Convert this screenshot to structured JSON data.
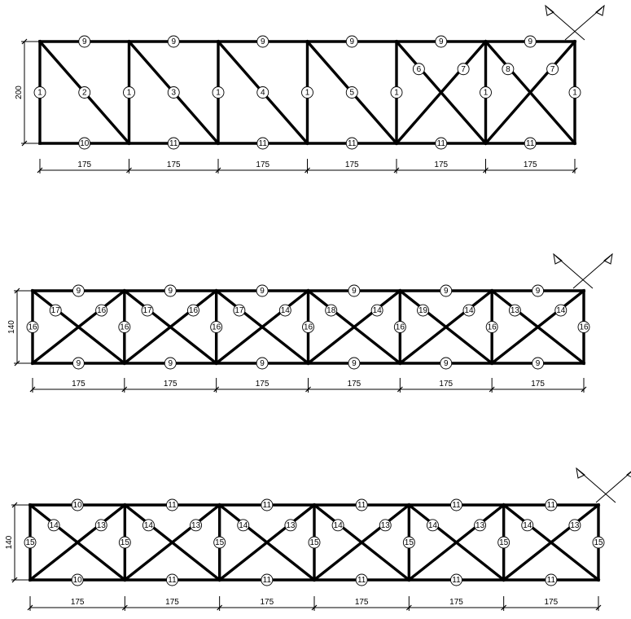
{
  "trusses": [
    {
      "height_dim": "200",
      "spans": [
        "175",
        "175",
        "175",
        "175",
        "175",
        "175"
      ],
      "diagonal_pattern": [
        "single-down",
        "single-down",
        "single-down",
        "single-down",
        "x",
        "x"
      ],
      "top_labels": [
        "9",
        "9",
        "9",
        "9",
        "9",
        "9"
      ],
      "bottom_labels": [
        "10",
        "11",
        "11",
        "11",
        "11",
        "11"
      ],
      "vertical_labels": [
        "1",
        "1",
        "1",
        "1",
        "1",
        "1",
        "1"
      ],
      "diagonal_labels": [
        [
          "2"
        ],
        [
          "3"
        ],
        [
          "4"
        ],
        [
          "5"
        ],
        [
          "6",
          "7"
        ],
        [
          "8",
          "7"
        ]
      ]
    },
    {
      "height_dim": "140",
      "spans": [
        "175",
        "175",
        "175",
        "175",
        "175",
        "175"
      ],
      "diagonal_pattern": [
        "x",
        "x",
        "x",
        "x",
        "x",
        "x"
      ],
      "top_labels": [
        "9",
        "9",
        "9",
        "9",
        "9",
        "9"
      ],
      "bottom_labels": [
        "9",
        "9",
        "9",
        "9",
        "9",
        "9"
      ],
      "vertical_labels": [
        "16",
        "16",
        "16",
        "16",
        "16",
        "16",
        "16"
      ],
      "diagonal_labels": [
        [
          "17",
          "16"
        ],
        [
          "17",
          "16"
        ],
        [
          "17",
          "14"
        ],
        [
          "18",
          "14"
        ],
        [
          "19",
          "14"
        ],
        [
          "13",
          "14"
        ]
      ]
    },
    {
      "height_dim": "140",
      "spans": [
        "175",
        "175",
        "175",
        "175",
        "175",
        "175"
      ],
      "diagonal_pattern": [
        "x",
        "x",
        "x",
        "x",
        "x",
        "x"
      ],
      "top_labels": [
        "10",
        "11",
        "11",
        "11",
        "11",
        "11"
      ],
      "bottom_labels": [
        "10",
        "11",
        "11",
        "11",
        "11",
        "11"
      ],
      "vertical_labels": [
        "15",
        "15",
        "15",
        "15",
        "15",
        "15",
        "15"
      ],
      "diagonal_labels": [
        [
          "14",
          "13"
        ],
        [
          "14",
          "13"
        ],
        [
          "14",
          "13"
        ],
        [
          "14",
          "13"
        ],
        [
          "14",
          "13"
        ],
        [
          "14",
          "13"
        ]
      ]
    }
  ]
}
